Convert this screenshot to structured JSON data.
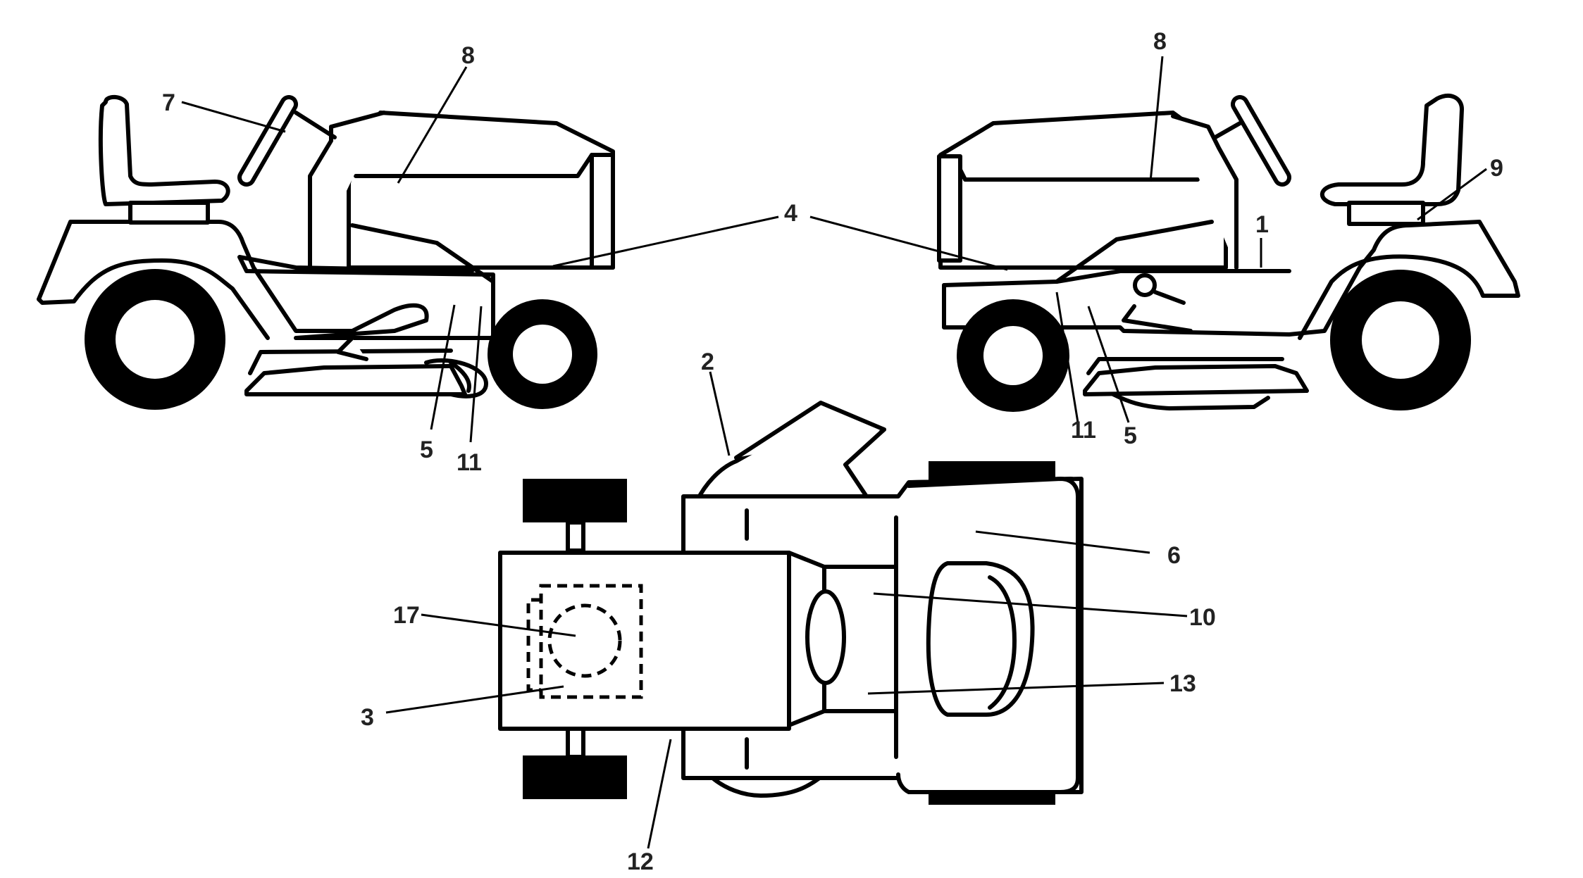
{
  "diagram": {
    "callouts": {
      "left_view": [
        "7",
        "8",
        "4",
        "5",
        "11"
      ],
      "right_view": [
        "8",
        "9",
        "1",
        "4",
        "11",
        "5"
      ],
      "top_view": [
        "2",
        "6",
        "10",
        "13",
        "17",
        "3",
        "12"
      ]
    },
    "labels": {
      "l7": "7",
      "l8a": "8",
      "l4": "4",
      "l5a": "5",
      "l11a": "11",
      "l8b": "8",
      "l9": "9",
      "l1": "1",
      "l11b": "11",
      "l5b": "5",
      "l2": "2",
      "l6": "6",
      "l10": "10",
      "l13": "13",
      "l17": "17",
      "l3": "3",
      "l12": "12"
    }
  }
}
